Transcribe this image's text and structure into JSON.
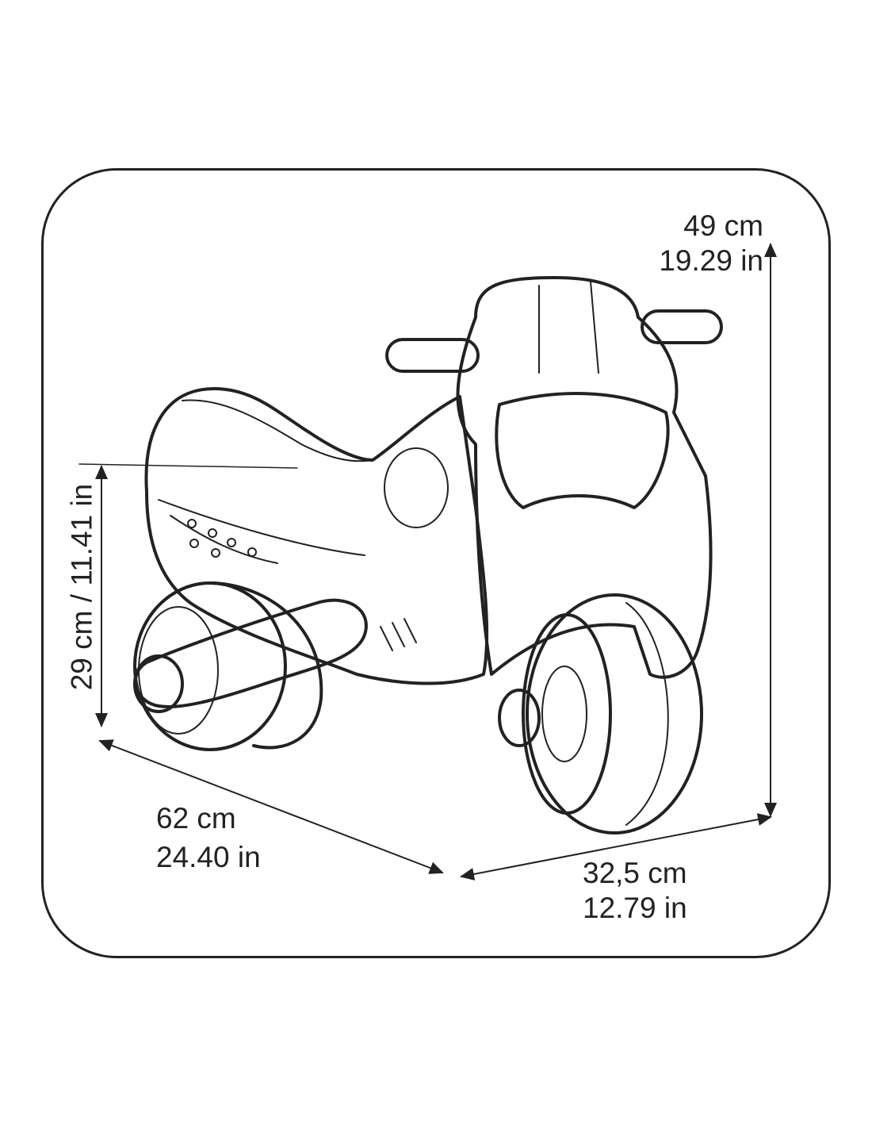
{
  "height": {
    "cm": "49 cm",
    "in": "19.29 in"
  },
  "seat_height": {
    "label": "29 cm / 11.41 in"
  },
  "length": {
    "cm": "62 cm",
    "in": "24.40 in"
  },
  "width": {
    "cm": "32,5 cm",
    "in": "12.79 in"
  },
  "colors": {
    "line": "#222222",
    "background": "#ffffff"
  }
}
